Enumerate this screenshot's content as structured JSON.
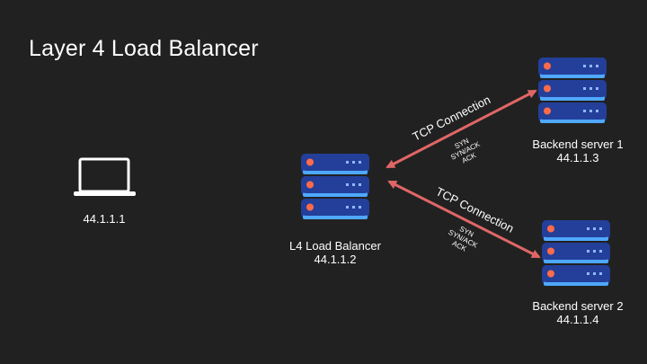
{
  "title": "Layer 4 Load Balancer",
  "client": {
    "ip": "44.1.1.1",
    "icon": "laptop-icon"
  },
  "load_balancer": {
    "name": "L4 Load Balancer",
    "ip": "44.1.1.2",
    "icon": "server-icon"
  },
  "backends": [
    {
      "name": "Backend server 1",
      "ip": "44.1.1.3",
      "icon": "server-icon"
    },
    {
      "name": "Backend server 2",
      "ip": "44.1.1.4",
      "icon": "server-icon"
    }
  ],
  "connections": [
    {
      "label": "TCP Connection",
      "handshake": [
        "SYN",
        "SYN/ACK",
        "ACK"
      ]
    },
    {
      "label": "TCP Connection",
      "handshake": [
        "SYN",
        "SYN/ACK",
        "ACK"
      ]
    }
  ],
  "colors": {
    "background": "#212121",
    "arrow": "#e06666",
    "server_body": "#1f3a8a",
    "server_glow": "#4fa8ff",
    "server_light": "#ff6b4a"
  }
}
